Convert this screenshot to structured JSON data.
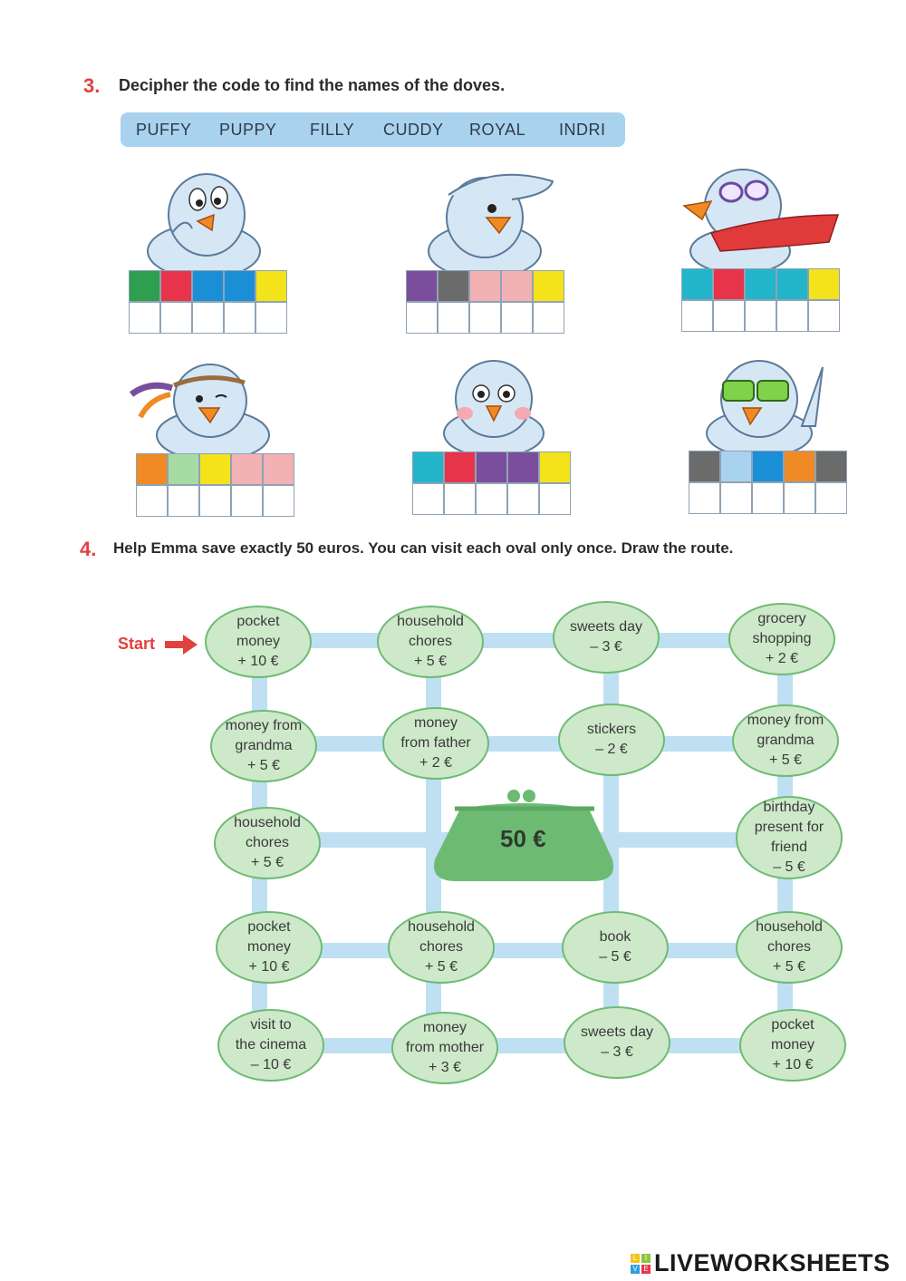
{
  "exercise3": {
    "number": "3.",
    "instruction": "Decipher the code to find the names of the doves.",
    "names": [
      "PUFFY",
      "PUPPY",
      "FILLY",
      "CUDDY",
      "ROYAL",
      "INDRI"
    ]
  },
  "dove_codes": [
    {
      "colors": [
        "#2e9e4f",
        "#e8344a",
        "#1b8fd6",
        "#1b8fd6",
        "#f4e21a"
      ]
    },
    {
      "colors": [
        "#7a4e9c",
        "#6b6b6b",
        "#f2b1b3",
        "#f2b1b3",
        "#f4e21a"
      ]
    },
    {
      "colors": [
        "#23b5c9",
        "#e8344a",
        "#23b5c9",
        "#23b5c9",
        "#f4e21a"
      ]
    },
    {
      "colors": [
        "#f08a25",
        "#a6dba4",
        "#f4e21a",
        "#f2b1b3",
        "#f2b1b3"
      ]
    },
    {
      "colors": [
        "#23b5c9",
        "#e8344a",
        "#7a4e9c",
        "#7a4e9c",
        "#f4e21a"
      ]
    },
    {
      "colors": [
        "#6b6b6b",
        "#a9d2ee",
        "#1b8fd6",
        "#f08a25",
        "#6b6b6b"
      ]
    }
  ],
  "exercise4": {
    "number": "4.",
    "instruction": "Help Emma save exactly 50 euros. You can visit each oval only once. Draw the route.",
    "start_label": "Start",
    "purse_label": "50 €"
  },
  "ovals": [
    {
      "lines": [
        "pocket",
        "money",
        "+ 10 €"
      ]
    },
    {
      "lines": [
        "household",
        "chores",
        "+ 5 €"
      ]
    },
    {
      "lines": [
        "sweets day",
        "– 3 €"
      ]
    },
    {
      "lines": [
        "grocery",
        "shopping",
        "+ 2 €"
      ]
    },
    {
      "lines": [
        "money from",
        "grandma",
        "+ 5 €"
      ]
    },
    {
      "lines": [
        "money",
        "from father",
        "+ 2 €"
      ]
    },
    {
      "lines": [
        "stickers",
        "– 2 €"
      ]
    },
    {
      "lines": [
        "money from",
        "grandma",
        "+ 5 €"
      ]
    },
    {
      "lines": [
        "household",
        "chores",
        "+ 5 €"
      ]
    },
    {
      "lines": [
        "birthday",
        "present for",
        "friend",
        "– 5 €"
      ]
    },
    {
      "lines": [
        "pocket",
        "money",
        "+ 10 €"
      ]
    },
    {
      "lines": [
        "household",
        "chores",
        "+ 5 €"
      ]
    },
    {
      "lines": [
        "book",
        "– 5 €"
      ]
    },
    {
      "lines": [
        "household",
        "chores",
        "+ 5 €"
      ]
    },
    {
      "lines": [
        "visit to",
        "the cinema",
        "– 10 €"
      ]
    },
    {
      "lines": [
        "money",
        "from mother",
        "+ 3 €"
      ]
    },
    {
      "lines": [
        "sweets day",
        "– 3 €"
      ]
    },
    {
      "lines": [
        "pocket",
        "money",
        "+ 10 €"
      ]
    }
  ],
  "footer": {
    "brand": "LIVEWORKSHEETS",
    "logo_letters": [
      "L",
      "I",
      "V",
      "E"
    ]
  }
}
